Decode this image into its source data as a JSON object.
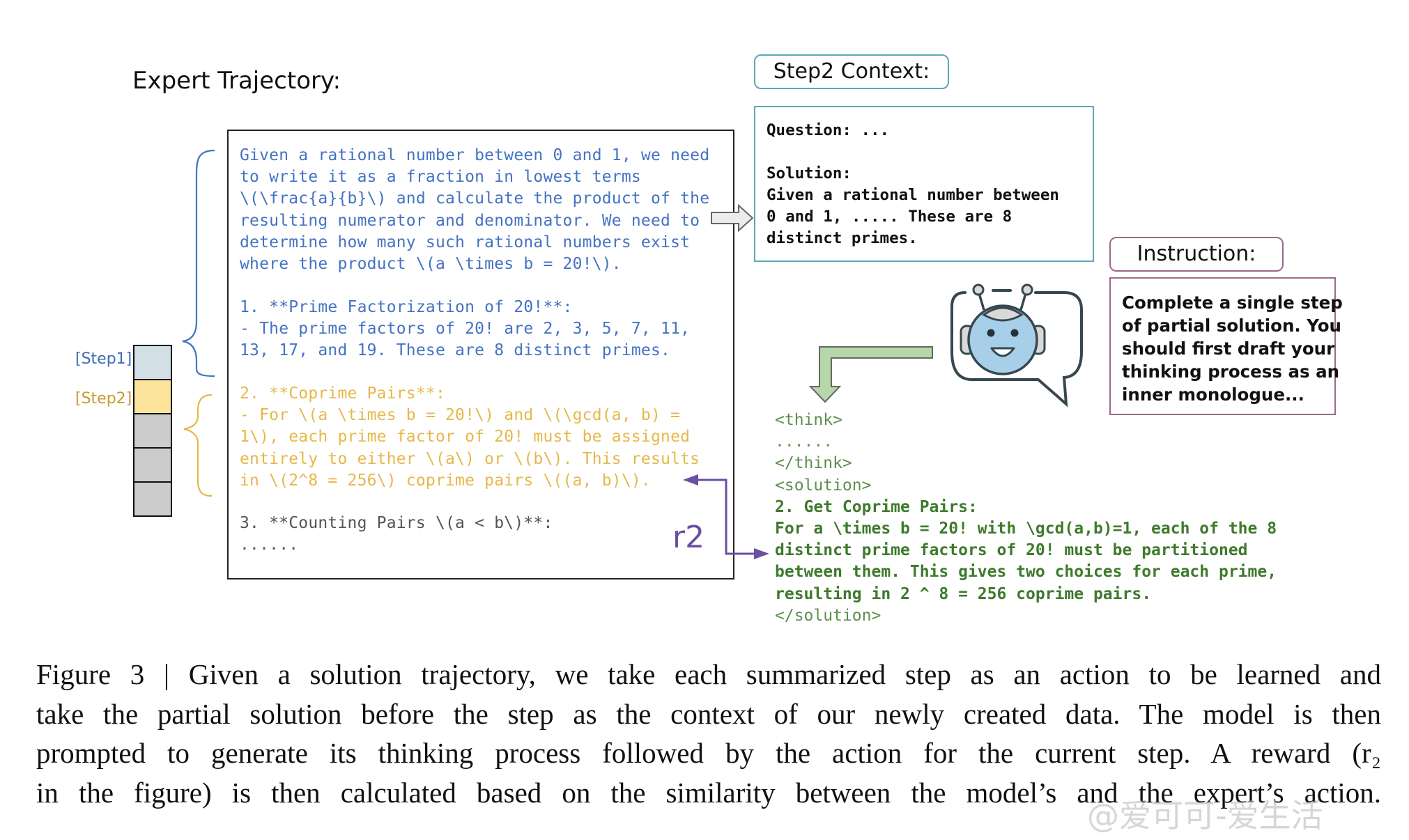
{
  "figure": {
    "expert_title": "Expert Trajectory:",
    "step_labels": {
      "step1": "[Step1]",
      "step2": "[Step2]"
    },
    "step_stack": {
      "cells": [
        {
          "state": "step1",
          "color": "#d2e0e6"
        },
        {
          "state": "step2",
          "color": "#fde49c"
        },
        {
          "state": "future",
          "color": "#cccccc"
        },
        {
          "state": "future",
          "color": "#cccccc"
        },
        {
          "state": "future",
          "color": "#cccccc"
        }
      ]
    },
    "expert_trajectory": {
      "step1_lines": [
        "Given a rational number between 0 and 1, we need",
        "to write it as a fraction in lowest terms",
        "\\(\\frac{a}{b}\\) and calculate the product of the",
        "resulting numerator and denominator. We need to",
        "determine how many such rational numbers exist",
        "where the product \\(a \\times b = 20!\\)."
      ],
      "step1_list_lines": [
        "1. **Prime Factorization of 20!**:",
        "- The prime factors of 20! are 2, 3, 5, 7, 11,",
        "13, 17, and 19. These are 8 distinct primes."
      ],
      "step2_lines": [
        "2. **Coprime Pairs**:",
        "- For \\(a \\times b = 20!\\) and \\(\\gcd(a, b) =",
        "1\\), each prime factor of 20! must be assigned",
        "entirely to either \\(a\\) or \\(b\\). This results",
        "in \\(2^8 = 256\\) coprime pairs \\((a, b)\\)."
      ],
      "step3_lines": [
        "3. **Counting Pairs \\(a < b\\)**:",
        "......"
      ]
    },
    "reward_label": "r2",
    "context": {
      "tab_label": "Step2 Context:",
      "question_text": "Question: ...",
      "solution_lines": [
        "Solution:",
        "Given a rational number between",
        "0 and 1, ..... These are 8",
        "distinct primes."
      ]
    },
    "instruction": {
      "tab_label": "Instruction:",
      "text_lines": [
        "Complete a single step",
        "of partial solution. You",
        "should first draft your",
        "thinking process as an",
        "inner monologue..."
      ]
    },
    "model_output": {
      "tag_lines": [
        "<think>",
        "......",
        "</think>",
        "<solution>"
      ],
      "bold_lines": [
        "2. Get Coprime Pairs:",
        "For a \\times b = 20! with \\gcd(a,b)=1, each of the 8",
        "distinct prime factors of 20! must be partitioned",
        "between them. This gives two choices for each prime,",
        "resulting in 2 ^ 8 = 256 coprime pairs."
      ],
      "closing_tag": "</solution>"
    },
    "icons": {
      "robot": "robot-chat-icon",
      "context_arrow": "right-arrow-icon",
      "output_arrow": "elbow-down-arrow-icon",
      "reward_arrow": "double-headed-elbow-arrow-icon"
    },
    "colors": {
      "step1": "#4472c4",
      "step2": "#e6b84a",
      "context_border": "#5aaab5",
      "instruction_border": "#9a6a8a",
      "output_green": "#3f7a2c",
      "reward_purple": "#6a4fa3"
    }
  },
  "caption": {
    "lines": [
      "Figure 3 | Given a solution trajectory, we take each summarized step as an action to be learned and",
      "take the partial solution before the step as the context of our newly created data. The model is then",
      "prompted to generate its thinking process followed by the action for the current step. A reward (r₂",
      "in the figure) is then calculated based on the similarity between the model’s and the expert’s action."
    ]
  },
  "watermark": "@爱可可-爱生活"
}
